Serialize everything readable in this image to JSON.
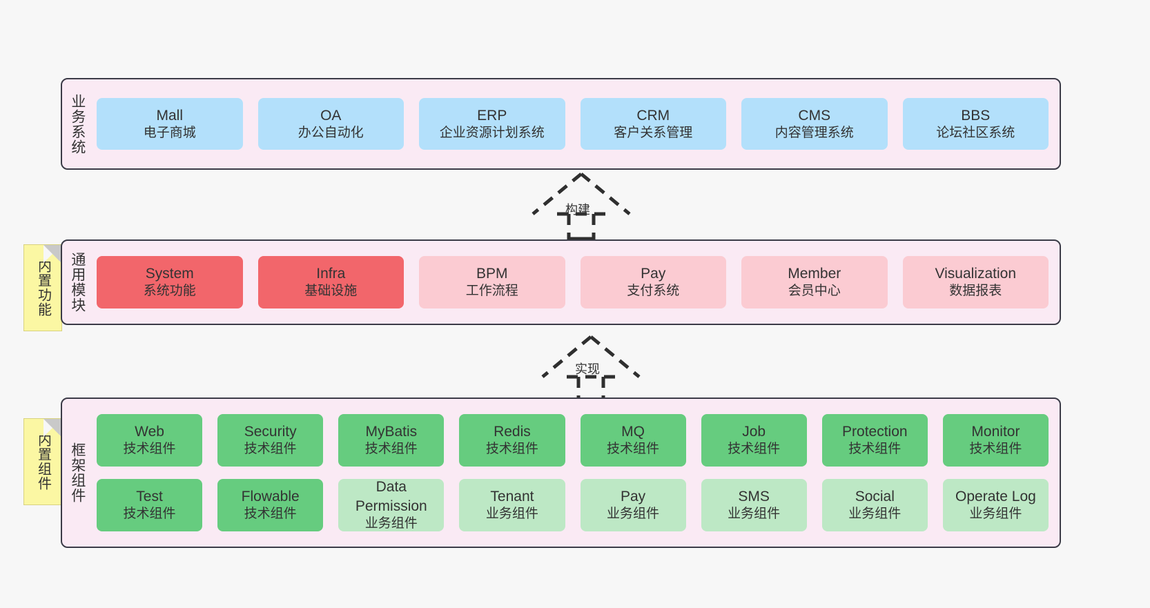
{
  "diagram": {
    "background": "#f7f7f7",
    "band_fill": "#faeaf4",
    "band_stroke": "#3b3b47",
    "note_fill": "#fbf7a3"
  },
  "layers": [
    {
      "id": "business",
      "title": "业务系统",
      "note": null,
      "rows": [
        {
          "cards": [
            {
              "en": "Mall",
              "cn": "电子商城",
              "color": "#b3e0fb"
            },
            {
              "en": "OA",
              "cn": "办公自动化",
              "color": "#b3e0fb"
            },
            {
              "en": "ERP",
              "cn": "企业资源计划系统",
              "color": "#b3e0fb"
            },
            {
              "en": "CRM",
              "cn": "客户关系管理",
              "color": "#b3e0fb"
            },
            {
              "en": "CMS",
              "cn": "内容管理系统",
              "color": "#b3e0fb"
            },
            {
              "en": "BBS",
              "cn": "论坛社区系统",
              "color": "#b3e0fb"
            }
          ]
        }
      ]
    },
    {
      "id": "common",
      "title": "通用模块",
      "note": "内置功能",
      "rows": [
        {
          "cards": [
            {
              "en": "System",
              "cn": "系统功能",
              "color": "#f2666b"
            },
            {
              "en": "Infra",
              "cn": "基础设施",
              "color": "#f2666b"
            },
            {
              "en": "BPM",
              "cn": "工作流程",
              "color": "#fbcbd2"
            },
            {
              "en": "Pay",
              "cn": "支付系统",
              "color": "#fbcbd2"
            },
            {
              "en": "Member",
              "cn": "会员中心",
              "color": "#fbcbd2"
            },
            {
              "en": "Visualization",
              "cn": "数据报表",
              "color": "#fbcbd2"
            }
          ]
        }
      ]
    },
    {
      "id": "framework",
      "title": "框架组件",
      "note": "内置组件",
      "rows": [
        {
          "cards": [
            {
              "en": "Web",
              "cn": "技术组件",
              "color": "#66cc7f"
            },
            {
              "en": "Security",
              "cn": "技术组件",
              "color": "#66cc7f"
            },
            {
              "en": "MyBatis",
              "cn": "技术组件",
              "color": "#66cc7f"
            },
            {
              "en": "Redis",
              "cn": "技术组件",
              "color": "#66cc7f"
            },
            {
              "en": "MQ",
              "cn": "技术组件",
              "color": "#66cc7f"
            },
            {
              "en": "Job",
              "cn": "技术组件",
              "color": "#66cc7f"
            },
            {
              "en": "Protection",
              "cn": "技术组件",
              "color": "#66cc7f"
            },
            {
              "en": "Monitor",
              "cn": "技术组件",
              "color": "#66cc7f"
            }
          ]
        },
        {
          "cards": [
            {
              "en": "Test",
              "cn": "技术组件",
              "color": "#66cc7f"
            },
            {
              "en": "Flowable",
              "cn": "技术组件",
              "color": "#66cc7f"
            },
            {
              "en": "Data Permission",
              "cn": "业务组件",
              "color": "#bde8c5"
            },
            {
              "en": "Tenant",
              "cn": "业务组件",
              "color": "#bde8c5"
            },
            {
              "en": "Pay",
              "cn": "业务组件",
              "color": "#bde8c5"
            },
            {
              "en": "SMS",
              "cn": "业务组件",
              "color": "#bde8c5"
            },
            {
              "en": "Social",
              "cn": "业务组件",
              "color": "#bde8c5"
            },
            {
              "en": "Operate Log",
              "cn": "业务组件",
              "color": "#bde8c5"
            }
          ]
        }
      ]
    }
  ],
  "connectors": [
    {
      "id": "build",
      "label": "构建",
      "style": "dashed-hollow-triangle-arrow",
      "direction": "up"
    },
    {
      "id": "impl",
      "label": "实现",
      "style": "dashed-hollow-triangle-arrow",
      "direction": "up"
    }
  ]
}
